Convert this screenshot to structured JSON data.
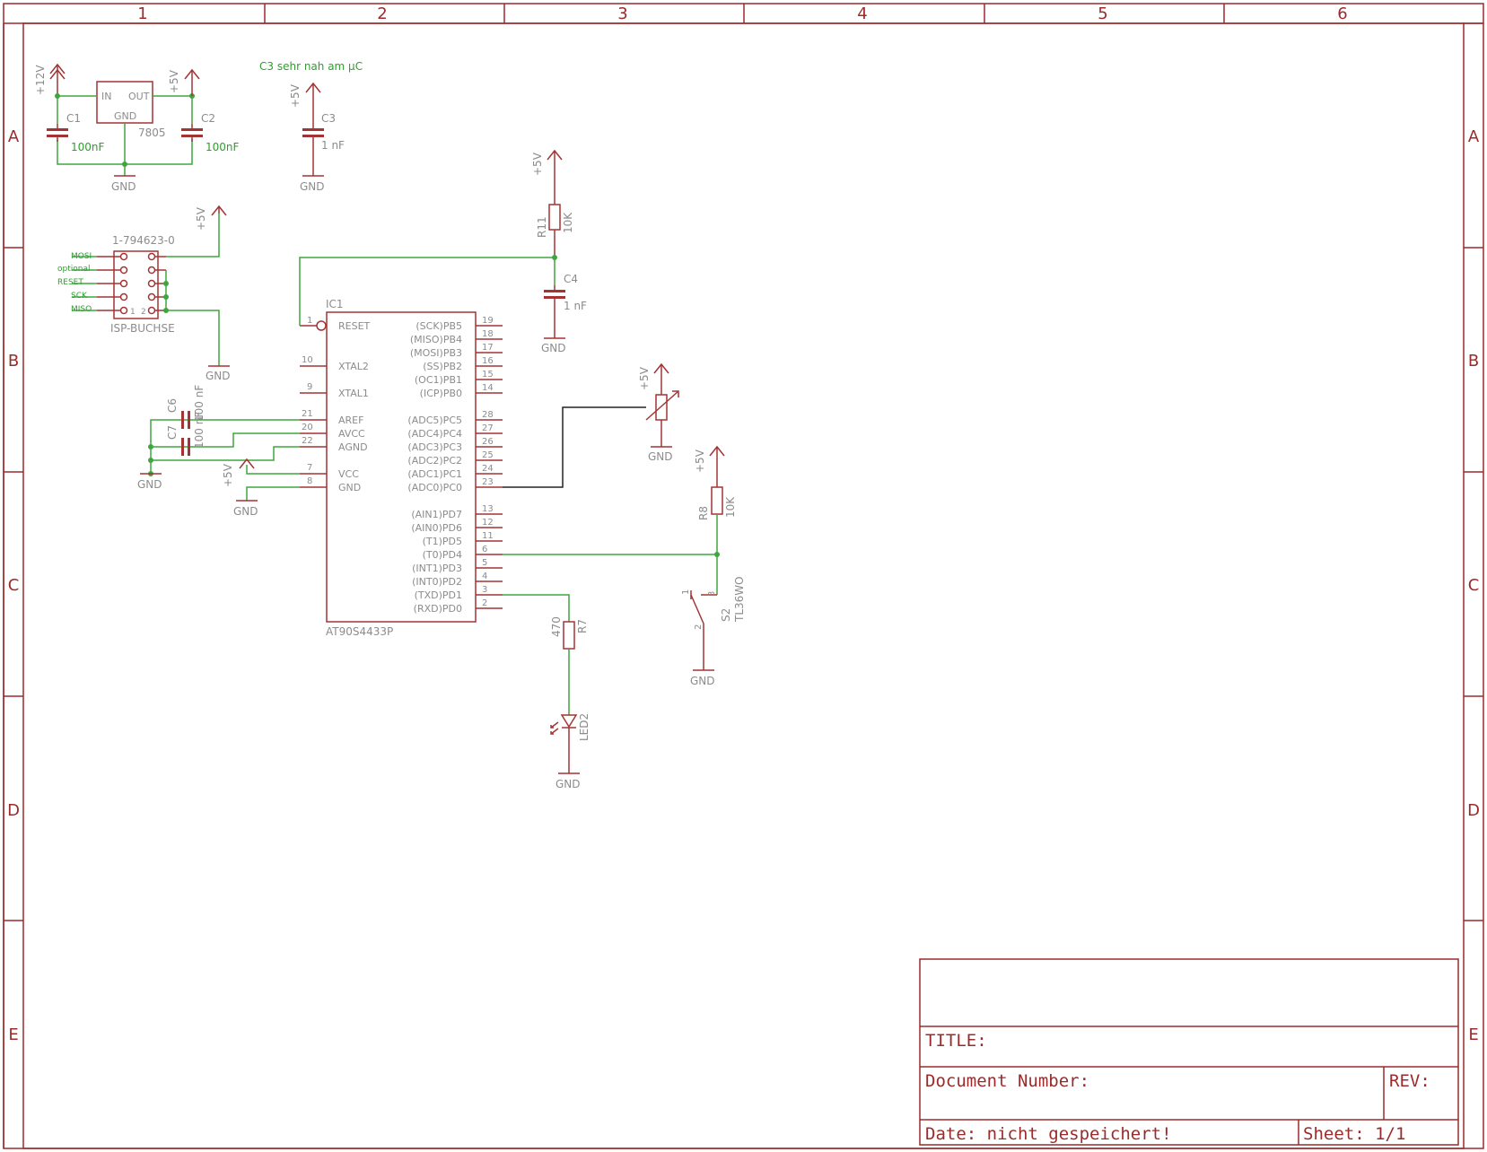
{
  "frame": {
    "columns": [
      "1",
      "2",
      "3",
      "4",
      "5",
      "6"
    ],
    "rows": [
      "A",
      "B",
      "C",
      "D",
      "E"
    ]
  },
  "notes": {
    "c3_note": "C3 sehr nah am µC"
  },
  "power": {
    "v12": "+12V",
    "v5": "+5V",
    "gnd": "GND"
  },
  "regulator": {
    "part": "7805",
    "pin_in": "IN",
    "pin_out": "OUT",
    "pin_gnd": "GND"
  },
  "capacitors": {
    "c1": {
      "name": "C1",
      "value": "100nF"
    },
    "c2": {
      "name": "C2",
      "value": "100nF"
    },
    "c3": {
      "name": "C3",
      "value": "1 nF"
    },
    "c4": {
      "name": "C4",
      "value": "1 nF"
    },
    "c6": {
      "name": "C6",
      "value": "100 nF"
    },
    "c7": {
      "name": "C7",
      "value": "100 nF"
    }
  },
  "resistors": {
    "r11": {
      "name": "R11",
      "value": "10K"
    },
    "r8": {
      "name": "R8",
      "value": "10K"
    },
    "r7": {
      "name": "R7",
      "value": "470"
    }
  },
  "isp": {
    "part": "1-794623-0",
    "name": "ISP-BUCHSE",
    "signals": [
      "MOSI",
      "optional",
      "RESET",
      "SCK",
      "MISO"
    ],
    "pin1": "1",
    "pin2": "2"
  },
  "ic": {
    "name": "IC1",
    "part": "AT90S4433P",
    "left_pins": [
      {
        "num": "1",
        "label": "RESET"
      },
      {
        "num": "10",
        "label": "XTAL2"
      },
      {
        "num": "9",
        "label": "XTAL1"
      },
      {
        "num": "21",
        "label": "AREF"
      },
      {
        "num": "20",
        "label": "AVCC"
      },
      {
        "num": "22",
        "label": "AGND"
      },
      {
        "num": "7",
        "label": "VCC"
      },
      {
        "num": "8",
        "label": "GND"
      }
    ],
    "right_pins": [
      {
        "num": "19",
        "label": "(SCK)PB5"
      },
      {
        "num": "18",
        "label": "(MISO)PB4"
      },
      {
        "num": "17",
        "label": "(MOSI)PB3"
      },
      {
        "num": "16",
        "label": "(SS)PB2"
      },
      {
        "num": "15",
        "label": "(OC1)PB1"
      },
      {
        "num": "14",
        "label": "(ICP)PB0"
      },
      {
        "num": "28",
        "label": "(ADC5)PC5"
      },
      {
        "num": "27",
        "label": "(ADC4)PC4"
      },
      {
        "num": "26",
        "label": "(ADC3)PC3"
      },
      {
        "num": "25",
        "label": "(ADC2)PC2"
      },
      {
        "num": "24",
        "label": "(ADC1)PC1"
      },
      {
        "num": "23",
        "label": "(ADC0)PC0"
      },
      {
        "num": "13",
        "label": "(AIN1)PD7"
      },
      {
        "num": "12",
        "label": "(AIN0)PD6"
      },
      {
        "num": "11",
        "label": "(T1)PD5"
      },
      {
        "num": "6",
        "label": "(T0)PD4"
      },
      {
        "num": "5",
        "label": "(INT1)PD3"
      },
      {
        "num": "4",
        "label": "(INT0)PD2"
      },
      {
        "num": "3",
        "label": "(TXD)PD1"
      },
      {
        "num": "2",
        "label": "(RXD)PD0"
      }
    ]
  },
  "switch": {
    "name": "S2",
    "part": "TL36WO",
    "pin1": "1",
    "pin2": "2",
    "pin3": "3"
  },
  "led": {
    "name": "LED2"
  },
  "titleblock": {
    "title": "TITLE:",
    "docnum": "Document Number:",
    "rev": "REV:",
    "date": "Date: nicht gespeichert!",
    "sheet": "Sheet: 1/1"
  }
}
